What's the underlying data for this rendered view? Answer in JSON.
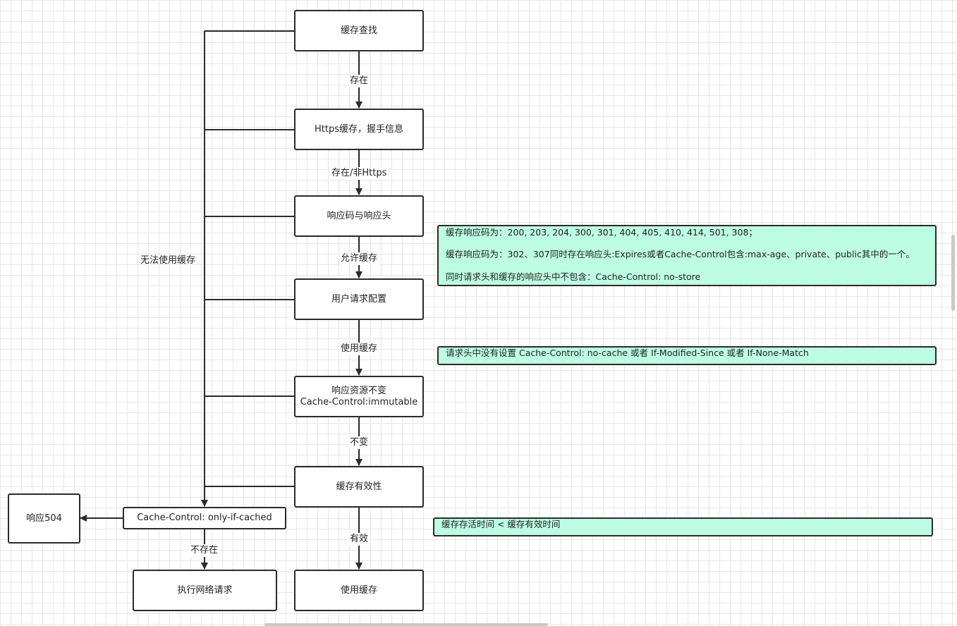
{
  "nodes": {
    "cache_lookup": "缓存查找",
    "https_cache": "Https缓存，握手信息",
    "response_code_header": "响应码与响应头",
    "user_request_config": "用户请求配置",
    "immutable_line1": "响应资源不变",
    "immutable_line2": "Cache-Control:immutable",
    "cache_validity": "缓存有效性",
    "use_cache": "使用缓存",
    "only_if_cached": "Cache-Control: only-if-cached",
    "response_504": "响应504",
    "network_request": "执行网络请求"
  },
  "edge_labels": {
    "exists": "存在",
    "exists_non_https": "存在/非Https",
    "allow_cache": "允许缓存",
    "use_cache": "使用缓存",
    "unchanged": "不变",
    "valid": "有效",
    "not_exists": "不存在",
    "cannot_use_cache": "无法使用缓存"
  },
  "notes": {
    "cacheable_codes": {
      "line1": "缓存响应码为：200, 203, 204, 300, 301, 404, 405, 410, 414, 501, 308；",
      "line2": "缓存响应码为：302、307同时存在响应头:Expires或者Cache-Control包含:max-age、private、public其中的一个。",
      "line3": "同时请求头和缓存的响应头中不包含：Cache-Control: no-store"
    },
    "request_header": "请求头中没有设置 Cache-Control: no-cache 或者 If-Modified-Since 或者 If-None-Match",
    "ttl": "缓存存活时间 < 缓存有效时间"
  },
  "colors": {
    "note_fill": "#bdfde3",
    "stroke": "#2b2b2b",
    "grid": "#e6e6e6"
  }
}
